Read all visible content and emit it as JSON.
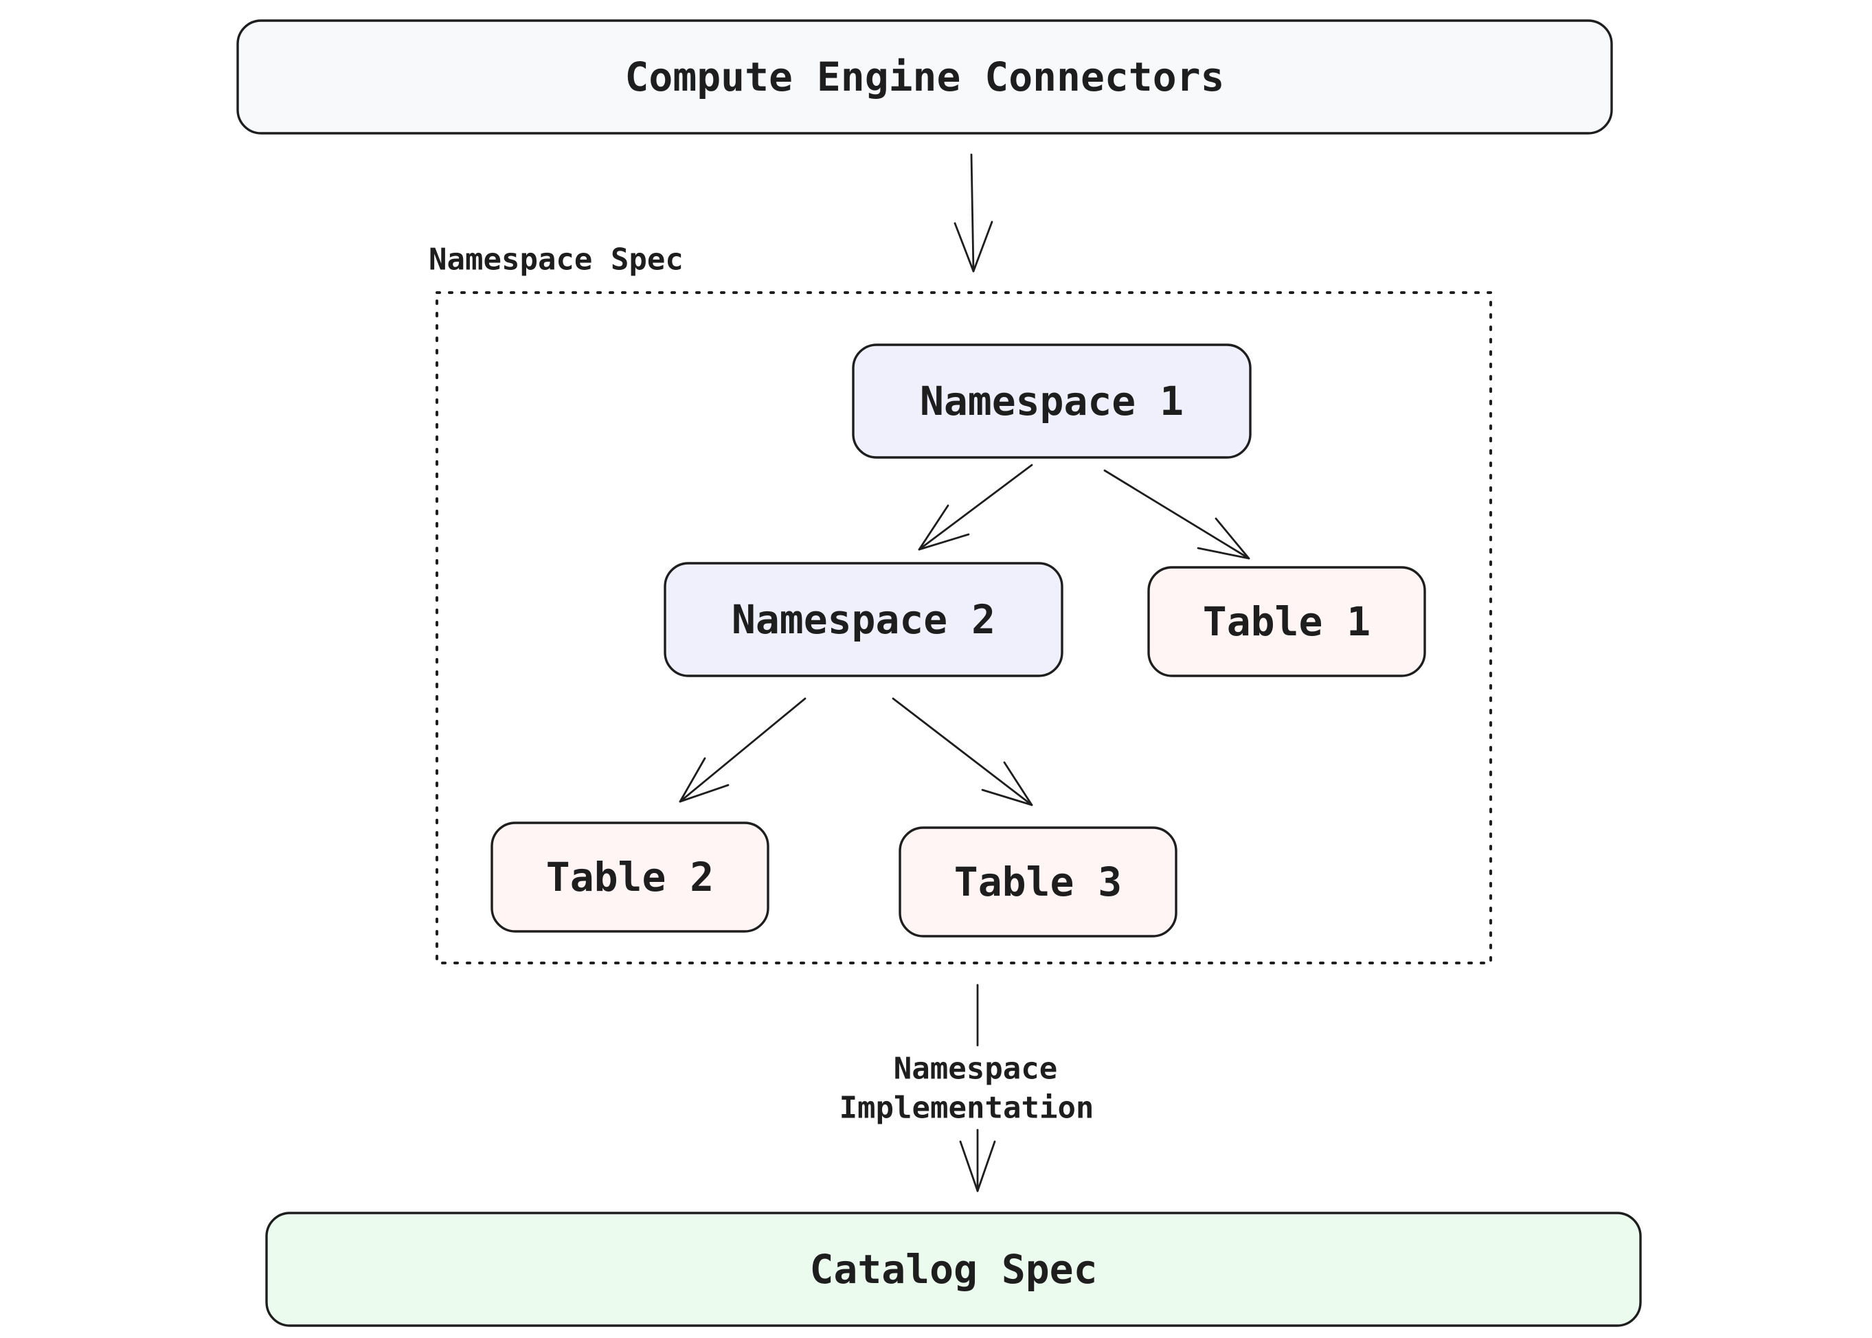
{
  "diagram": {
    "top": {
      "label": "Compute Engine Connectors",
      "fill": "#f8f9fa"
    },
    "namespace_spec": {
      "label": "Namespace Spec"
    },
    "namespace_1": {
      "label": "Namespace 1",
      "fill": "#f0f0fd"
    },
    "namespace_2": {
      "label": "Namespace 2",
      "fill": "#f0f0fd"
    },
    "table_1": {
      "label": "Table 1",
      "fill": "#fff5f5"
    },
    "table_2": {
      "label": "Table 2",
      "fill": "#fff5f5"
    },
    "table_3": {
      "label": "Table 3",
      "fill": "#fff5f5"
    },
    "implementation_edge": {
      "line1": "Namespace",
      "line2": "Implementation"
    },
    "catalog": {
      "label": "Catalog Spec",
      "fill": "#ebfbee"
    }
  }
}
